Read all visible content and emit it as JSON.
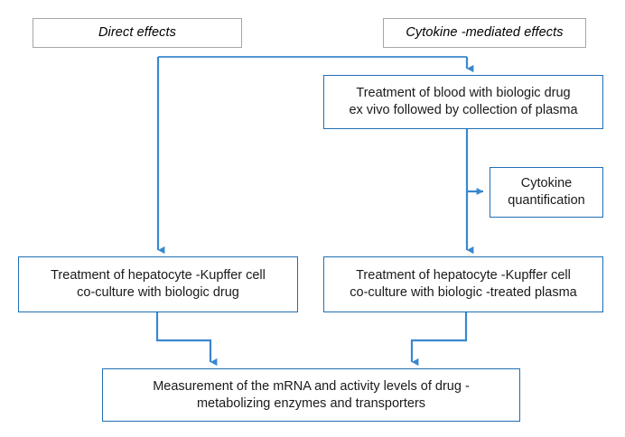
{
  "diagram": {
    "type": "flowchart",
    "title": "Direct and cytokine-mediated effects workflow",
    "colors": {
      "process_border": "#1f6fb5",
      "header_border": "#a6a6a6",
      "edge": "#3a87ce",
      "background": "#ffffff",
      "text": "#1a1a1a"
    },
    "nodes": {
      "direct_effects": {
        "label": "Direct effects",
        "style": "header"
      },
      "cytokine_effects": {
        "label": "Cytokine -mediated effects",
        "style": "header"
      },
      "blood_treatment": {
        "label": "Treatment of blood with biologic drug\nex vivo followed by collection  of plasma",
        "style": "process"
      },
      "cytokine_quantification": {
        "label": "Cytokine\nquantification",
        "style": "process"
      },
      "coculture_drug": {
        "label": "Treatment of hepatocyte -Kupffer cell\nco-culture with biologic drug",
        "style": "process"
      },
      "coculture_plasma": {
        "label": "Treatment of hepatocyte -Kupffer cell\nco-culture with biologic -treated plasma",
        "style": "process"
      },
      "measurement": {
        "label": "Measurement of the mRNA and activity levels of drug -\nmetabolizing enzymes and transporters",
        "style": "process"
      }
    },
    "edges": [
      {
        "id": "edge-split-to-blood",
        "from": "cytokine_effects",
        "to": "blood_treatment",
        "shape": "elbow",
        "arrow": true
      },
      {
        "id": "edge-split-to-coculture-drug",
        "from": "direct_effects",
        "to": "coculture_drug",
        "shape": "elbow",
        "arrow": true
      },
      {
        "id": "edge-blood-to-coculture-plasma",
        "from": "blood_treatment",
        "to": "coculture_plasma",
        "shape": "straight",
        "arrow": true
      },
      {
        "id": "edge-blood-to-cytokine-quant",
        "from": "blood_treatment",
        "to": "cytokine_quantification",
        "shape": "branch-right",
        "arrow": true
      },
      {
        "id": "edge-coculture-drug-to-measurement",
        "from": "coculture_drug",
        "to": "measurement",
        "shape": "elbow",
        "arrow": true
      },
      {
        "id": "edge-coculture-plasma-to-measurement",
        "from": "coculture_plasma",
        "to": "measurement",
        "shape": "elbow",
        "arrow": true
      }
    ]
  }
}
